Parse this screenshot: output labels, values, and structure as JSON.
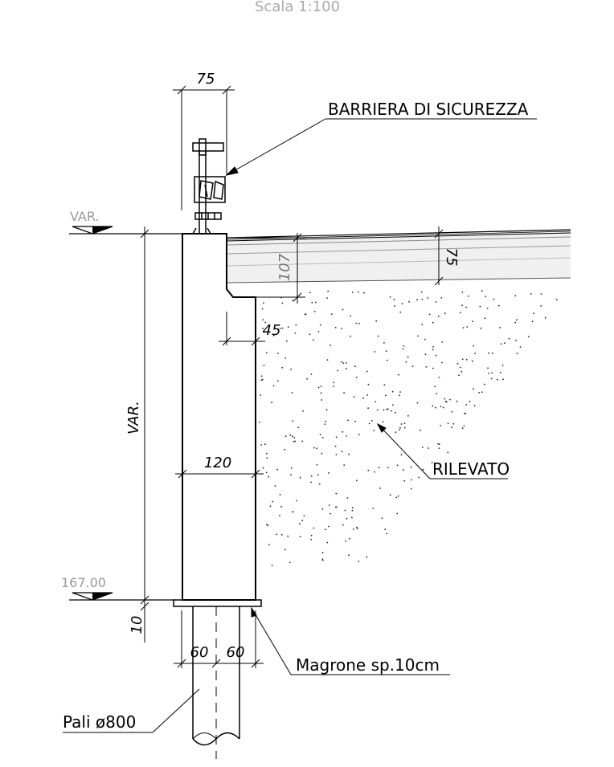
{
  "scale_label": "Scala 1:100",
  "labels": {
    "barrier": "BARRIERA DI SICUREZZA",
    "embankment": "RILEVATO",
    "lean_concrete": "Magrone sp.10cm",
    "piles": "Pali ø800"
  },
  "levels": {
    "top": "VAR.",
    "base": "167.00"
  },
  "dimensions": {
    "barrier_width": "75",
    "pavement_depth": "107",
    "road_layer": "75",
    "step": "45",
    "wall_width": "120",
    "wall_height": "VAR.",
    "lean_thickness": "10",
    "half_left": "60",
    "half_right": "60"
  },
  "colors": {
    "line": "#000000",
    "level_text": "#999999",
    "layer_gray": "#c8c8c8"
  }
}
